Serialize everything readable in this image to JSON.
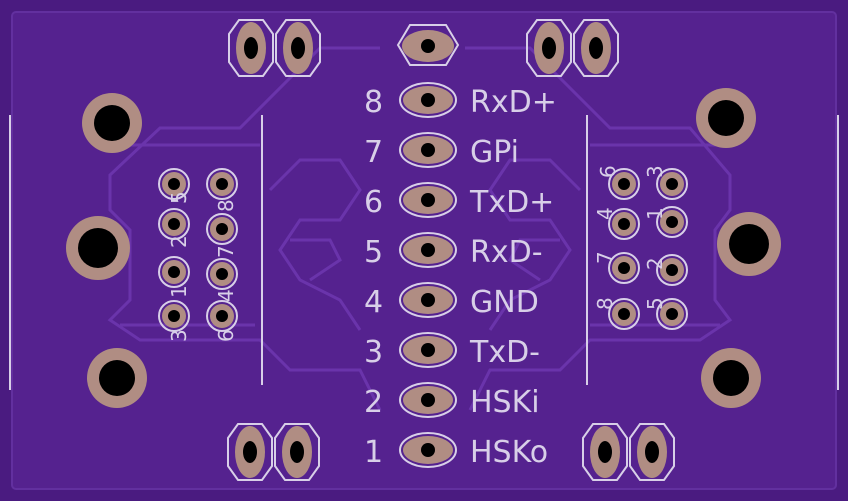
{
  "board": {
    "colors": {
      "substrate": "#4a1b80",
      "copper_pour": "#5a2598",
      "trace": "#6a34ab",
      "silkscreen": "#d8cfe8",
      "pad": "#b08d83",
      "drill": "#000000"
    }
  },
  "center_header": {
    "pins": [
      {
        "number": "8",
        "label": "RxD+"
      },
      {
        "number": "7",
        "label": "GPi"
      },
      {
        "number": "6",
        "label": "TxD+"
      },
      {
        "number": "5",
        "label": "RxD-"
      },
      {
        "number": "4",
        "label": "GND"
      },
      {
        "number": "3",
        "label": "TxD-"
      },
      {
        "number": "2",
        "label": "HSKi"
      },
      {
        "number": "1",
        "label": "HSKo"
      }
    ]
  },
  "left_jack": {
    "pin_labels": [
      "5",
      "8",
      "2",
      "7",
      "1",
      "4",
      "3",
      "6"
    ]
  },
  "right_jack": {
    "pin_labels": [
      "6",
      "3",
      "4",
      "1",
      "7",
      "2",
      "8",
      "5"
    ]
  }
}
